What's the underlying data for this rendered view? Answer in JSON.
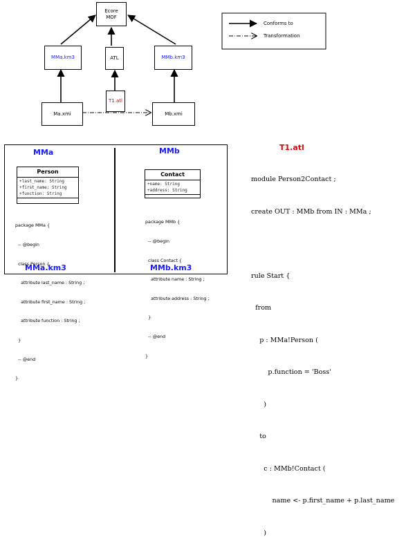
{
  "diagram": {
    "nodes": {
      "ecore": [
        "Ecore",
        "MOF"
      ],
      "mma_km3": "MMa.km3",
      "atl": "ATL",
      "mmb_km3": "MMb.km3",
      "t1_atl": "T1.atl",
      "ma_xmi": "Ma.xmi",
      "mb_xmi": "Mb.xmi"
    },
    "legend": {
      "conforms_to": "Conforms to",
      "transformation": "Transformation"
    }
  },
  "mma_panel": {
    "title": "MMa",
    "class_name": "Person",
    "attributes": [
      "+last_name: String",
      "+first_name: String",
      "+function: String"
    ],
    "code": [
      "package MMa {",
      "  -- @begin",
      "  class Person {",
      "    attribute last_name : String ;",
      "    attribute first_name : String ;",
      "    attribute function : String ;",
      "  }",
      "  -- @end",
      "}"
    ],
    "footer": "MMa.km3"
  },
  "mmb_panel": {
    "title": "MMb",
    "class_name": "Contact",
    "attributes": [
      "+name: String",
      "+address: String"
    ],
    "code": [
      "package MMb {",
      "  -- @begin",
      "  class Contact {",
      "    attribute name : String ;",
      "    attribute address : String ;",
      "  }",
      "  -- @end",
      "}"
    ],
    "footer": "MMb.km3"
  },
  "atl_panel": {
    "title": "T1.atl",
    "code": [
      "module Person2Contact ;",
      "create OUT : MMb from IN : MMa ;",
      "",
      "rule Start {",
      "  from",
      "    p : MMa!Person (",
      "        p.function = 'Boss'",
      "      )",
      "    to",
      "      c : MMb!Contact (",
      "          name <- p.first_name + p.last_name",
      "      )",
      "}"
    ]
  },
  "colors": {
    "link": "#1a1aff",
    "transformation": "#e00000"
  }
}
